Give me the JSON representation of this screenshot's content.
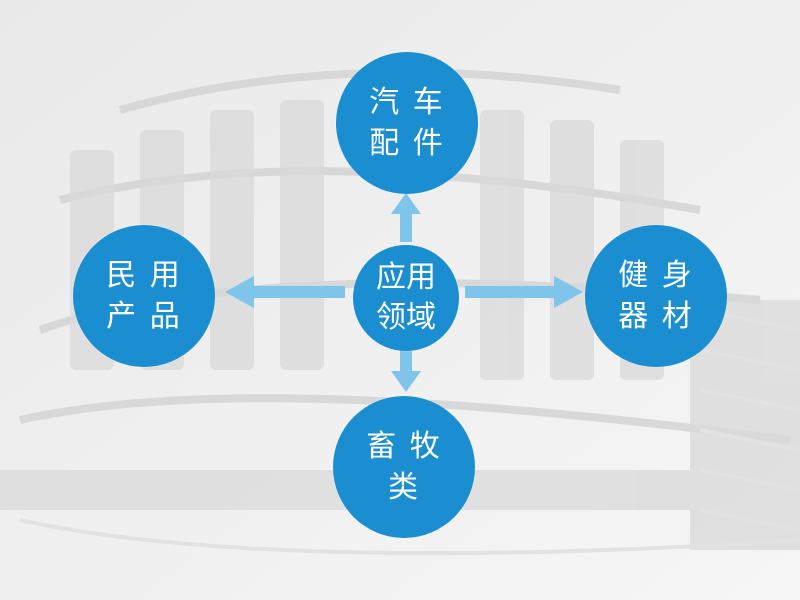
{
  "diagram": {
    "center": {
      "label": "应用\n领域"
    },
    "nodes": [
      {
        "id": "auto-parts",
        "label": "汽 车\n配 件"
      },
      {
        "id": "civil-products",
        "label": "民 用\n产 品"
      },
      {
        "id": "fitness-equipment",
        "label": "健 身\n器 材"
      },
      {
        "id": "livestock",
        "label": "畜 牧\n类"
      }
    ],
    "colors": {
      "node_fill": "#1a8ed1",
      "arrow_fill": "#7fc4ea",
      "text": "#ffffff"
    }
  }
}
